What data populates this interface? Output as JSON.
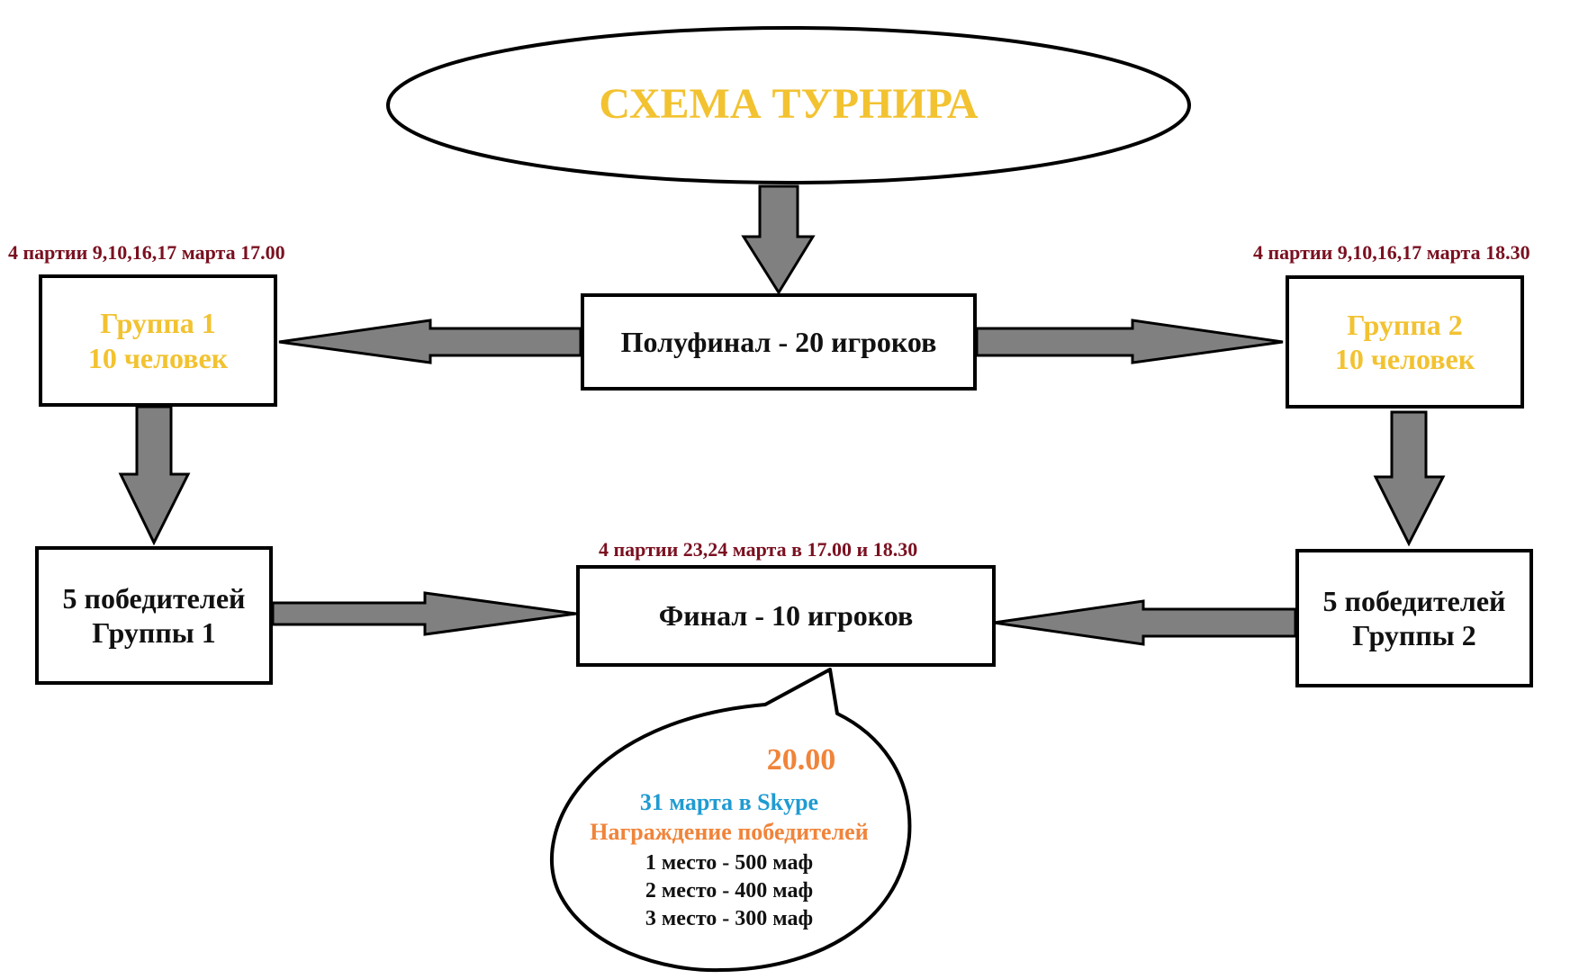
{
  "title": "СХЕМА ТУРНИРА",
  "semifinal": {
    "label": "Полуфинал - 20 игроков"
  },
  "group1": {
    "schedule": "4 партии 9,10,16,17 марта 17.00",
    "line1": "Группа 1",
    "line2": "10 человек"
  },
  "group2": {
    "schedule": "4 партии 9,10,16,17 марта 18.30",
    "line1": "Группа 2",
    "line2": "10 человек"
  },
  "winners1": {
    "line1": "5 победителей",
    "line2": "Группы 1"
  },
  "winners2": {
    "line1": "5 победителей",
    "line2": "Группы 2"
  },
  "final": {
    "schedule": "4 партии 23,24 марта в 17.00 и 18.30",
    "label": "Финал - 10 игроков"
  },
  "awards": {
    "time": "20.00",
    "date": "31 марта в Skype",
    "heading": "Награждение победителей",
    "places": [
      "1 место - 500 маф",
      "2 место - 400 маф",
      "3 место - 300 маф"
    ]
  },
  "colors": {
    "title": "#f2c230",
    "schedule": "#7a1020",
    "time": "#f0843a",
    "date": "#1f9bd1",
    "arrow": "#808080"
  }
}
